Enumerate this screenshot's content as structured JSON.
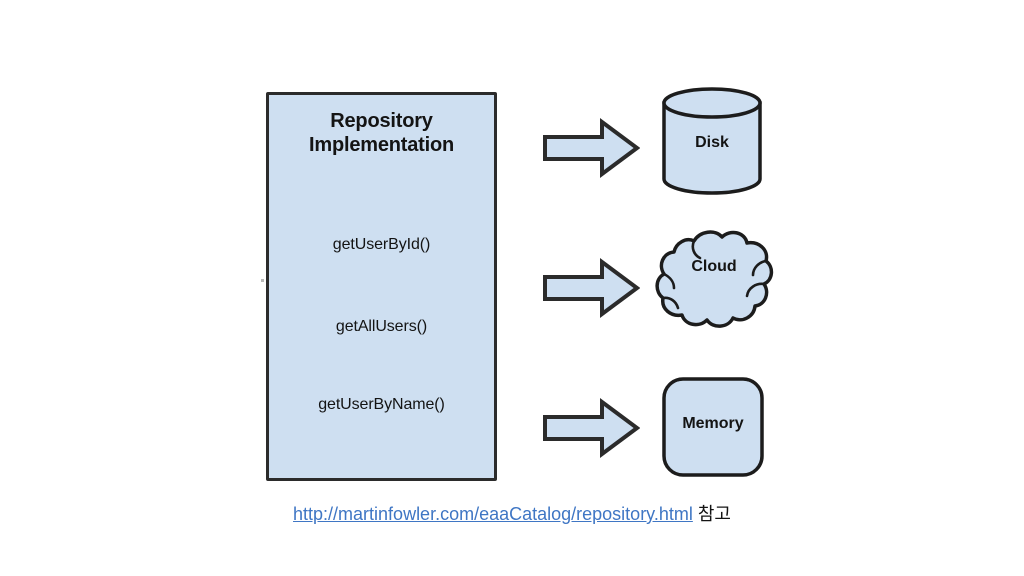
{
  "slide": {
    "background_color": "#ffffff",
    "shape_fill": "#cedff1",
    "shape_stroke": "#2b2b2b",
    "link_color": "#3f76c4"
  },
  "repository": {
    "title_line1": "Repository",
    "title_line2": "Implementation",
    "methods": [
      "getUserById()",
      "getAllUsers()",
      "getUserByName()"
    ]
  },
  "arrows": [
    {
      "name": "arrow-to-disk",
      "glyph": "right-arrow"
    },
    {
      "name": "arrow-to-cloud",
      "glyph": "right-arrow"
    },
    {
      "name": "arrow-to-memory",
      "glyph": "right-arrow"
    }
  ],
  "targets": [
    {
      "label": "Disk",
      "shape": "cylinder"
    },
    {
      "label": "Cloud",
      "shape": "cloud"
    },
    {
      "label": "Memory",
      "shape": "rounded-rectangle"
    }
  ],
  "footer": {
    "link_text": "http://martinfowler.com/eaaCatalog/repository.html",
    "suffix": " 참고"
  }
}
